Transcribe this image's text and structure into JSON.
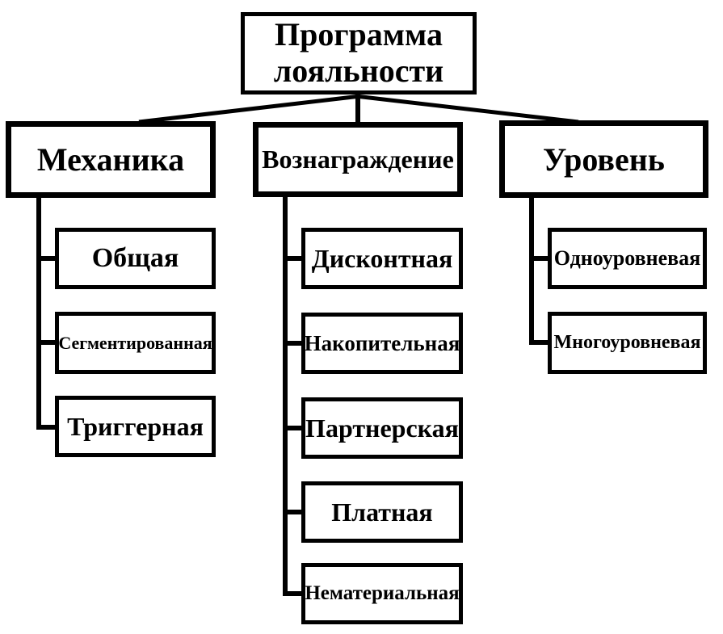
{
  "diagram": {
    "root": {
      "label": "Программа лояльности"
    },
    "branches": [
      {
        "label": "Механика",
        "children": [
          {
            "label": "Общая"
          },
          {
            "label": "Сегментированная"
          },
          {
            "label": "Триггерная"
          }
        ]
      },
      {
        "label": "Вознаграждение",
        "children": [
          {
            "label": "Дисконтная"
          },
          {
            "label": "Накопительная"
          },
          {
            "label": "Партнерская"
          },
          {
            "label": "Платная"
          },
          {
            "label": "Нематериальная"
          }
        ]
      },
      {
        "label": "Уровень",
        "children": [
          {
            "label": "Одноуровневая"
          },
          {
            "label": "Многоуровневая"
          }
        ]
      }
    ],
    "colors": {
      "line": "#000000",
      "border": "#000000",
      "text": "#000000",
      "background": "#ffffff"
    }
  }
}
